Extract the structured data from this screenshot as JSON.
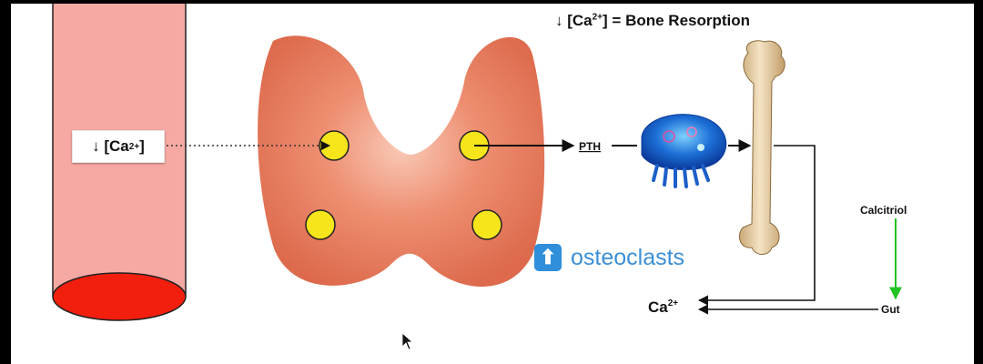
{
  "header": {
    "title_prefix": "↓ [Ca",
    "title_sup": "2+",
    "title_suffix": "] = Bone Resorption"
  },
  "blood_label": {
    "prefix": "↓ [Ca",
    "sup": "2+",
    "suffix": "]"
  },
  "pth_label": "PTH",
  "osteoclasts": {
    "icon": "up-arrow-icon",
    "text": "osteoclasts"
  },
  "calcitriol_label": "Calcitriol",
  "gut_label": "Gut",
  "calcium_label": {
    "base": "Ca",
    "sup": "2+"
  },
  "colors": {
    "vessel_fill": "#f6a9a3",
    "vessel_base": "#f21f0f",
    "thyroid": "#e9775a",
    "parathyroid": "#f7e51c",
    "calcitriol_arrow": "#22c322",
    "accent_blue": "#3b8fd6"
  }
}
